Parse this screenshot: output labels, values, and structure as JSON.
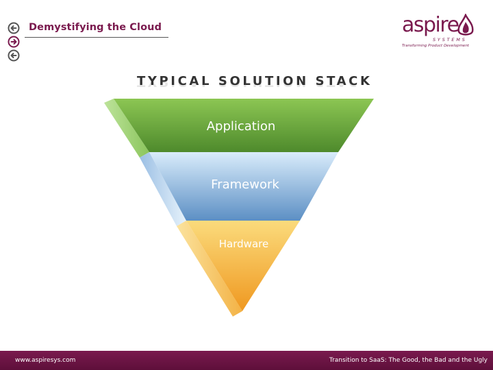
{
  "header": {
    "title": "Demystifying the Cloud"
  },
  "nav": {
    "icons": [
      "arrow-left-icon",
      "arrow-right-icon",
      "arrow-left-icon"
    ]
  },
  "logo": {
    "word": "aspire",
    "sub": "SYSTEMS",
    "tagline": "Transforming Product Development",
    "color": "#7a1a4e"
  },
  "slide": {
    "title": "TYPICAL SOLUTION STACK"
  },
  "stack": {
    "layers": [
      {
        "label": "Application",
        "color": "#5c9a35"
      },
      {
        "label": "Framework",
        "color": "#6d9fd1"
      },
      {
        "label": "Hardware",
        "color": "#f0a12e"
      }
    ]
  },
  "footer": {
    "left": "www.aspiresys.com",
    "right": "Transition to SaaS: The Good, the Bad and the Ugly",
    "color": "#7a1a4e"
  }
}
